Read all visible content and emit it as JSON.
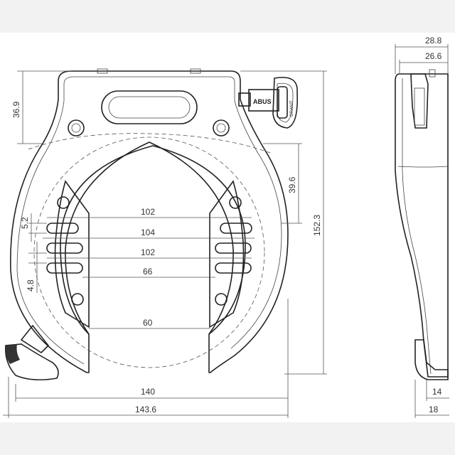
{
  "drawing": {
    "colors": {
      "line": "#222222",
      "dimension": "#555555",
      "text": "#333333",
      "band": "#f2f2f2"
    },
    "logo_text": "ABUS",
    "key_text": "GRANIT",
    "dimensions": {
      "top_28_8": "28.8",
      "top_26_6": "26.6",
      "left_36_9": "36.9",
      "right_39_6": "39.6",
      "right_152_3": "152.3",
      "left_5_2": "5.2",
      "left_4_8": "4.8",
      "w_102_a": "102",
      "w_104": "104",
      "w_102_b": "102",
      "w_66": "66",
      "w_60": "60",
      "bottom_140": "140",
      "bottom_143_6": "143.6",
      "side_14": "14",
      "side_18": "18"
    }
  }
}
